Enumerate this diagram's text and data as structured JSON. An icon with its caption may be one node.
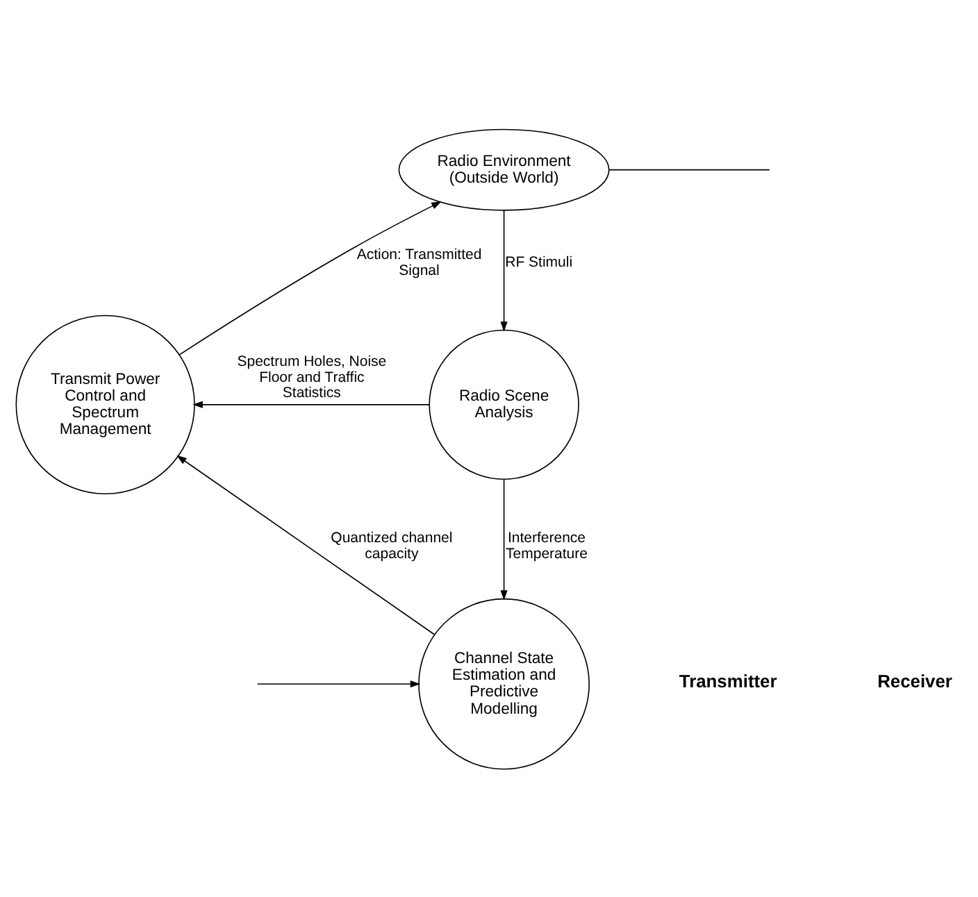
{
  "diagram": {
    "nodes": [
      {
        "text": [
          "Radio Environment (Outside World)"
        ]
      },
      {
        "text": [
          "Transmit Power Control and Spectrum Management"
        ]
      },
      {
        "text": [
          "Radio Scene Analysis"
        ]
      },
      {
        "text": [
          "Channel State Estimation and Predictive Modelling"
        ]
      }
    ],
    "edges": [
      {
        "from": 1,
        "to": 0,
        "arrow": "to",
        "label": "Action: Transmitted Signal"
      },
      {
        "from": 0,
        "to": 2,
        "arrow": "to",
        "label": "RF Stimuli"
      },
      {
        "from": 2,
        "to": 1,
        "arrow": "to",
        "label": "Spectrum Holes, Noise Floor and Traffic Statistics"
      },
      {
        "from": 2,
        "to": 3,
        "arrow": "to",
        "label": "Interference Temperature"
      },
      {
        "from": 3,
        "to": 1,
        "arrow": "to",
        "label": "Quantized channel capacity"
      },
      {
        "from": 0,
        "to": null,
        "arrow": "none"
      },
      {
        "from": null,
        "to": 3,
        "arrow": "to"
      }
    ],
    "labels": [
      "Transmitter",
      "Receiver"
    ]
  }
}
